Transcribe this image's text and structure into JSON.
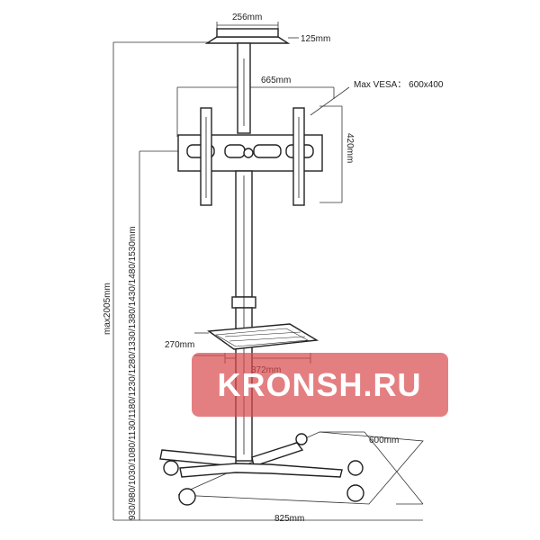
{
  "labels": {
    "top_plate_width": "256mm",
    "top_plate_depth": "125mm",
    "bracket_width": "665mm",
    "max_vesa": "Max VESA： 600x400",
    "bracket_height": "420mm",
    "height_positions": "930/980/1030/1080/1130/1180/1230/1280/1330/1380/1430/1480/1530mm",
    "max_height": "max2005mm",
    "shelf_depth": "270mm",
    "shelf_width": "372mm",
    "base_depth": "600mm",
    "base_width": "825mm"
  },
  "watermark": {
    "text": "KRONSH.RU",
    "color": "#d9484c"
  }
}
